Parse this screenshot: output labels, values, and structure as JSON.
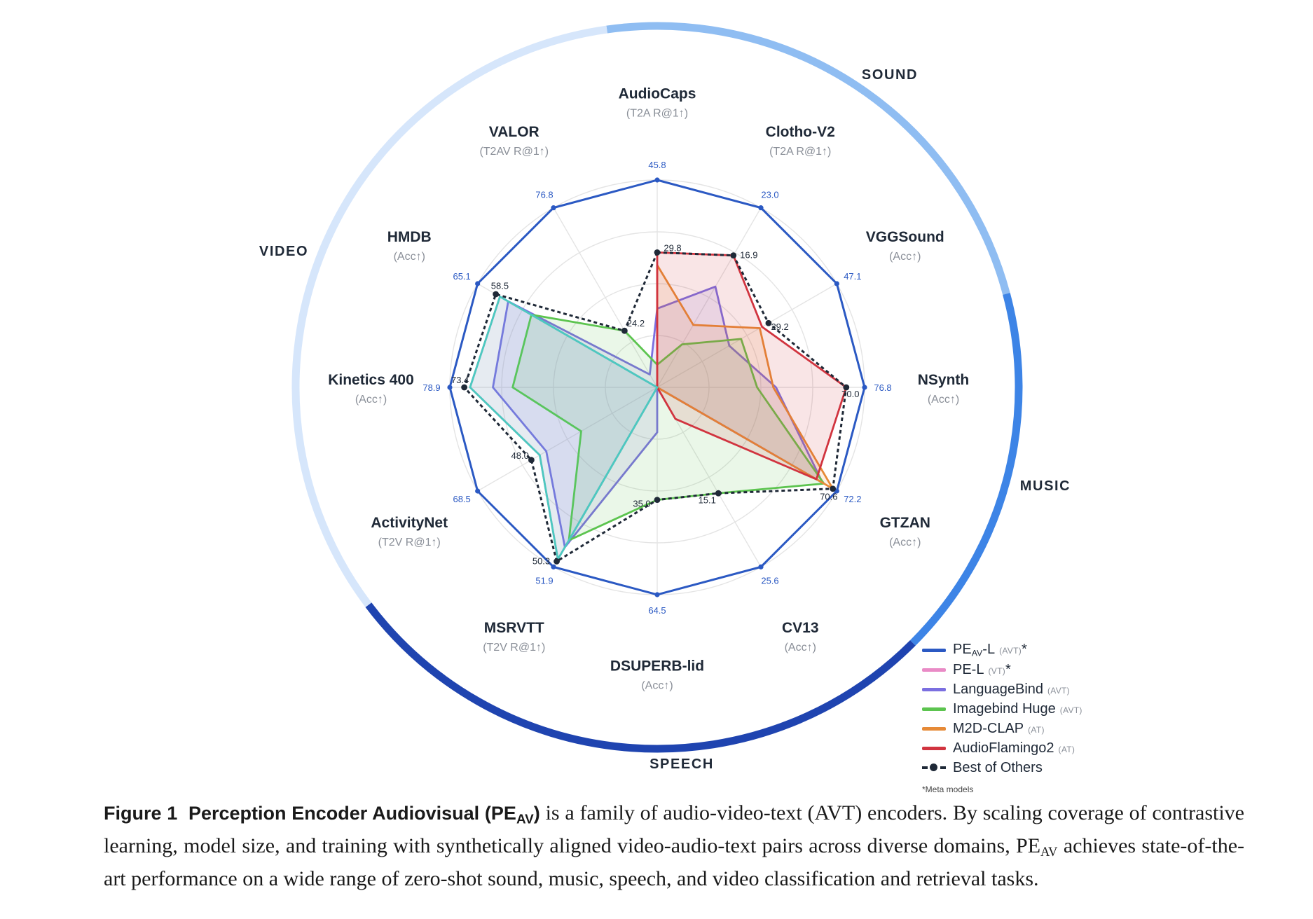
{
  "chart_data": {
    "type": "radar",
    "axes": [
      {
        "name": "AudioCaps",
        "metric": "(T2A R@1↑)",
        "max": 45.8,
        "max_label": "45.8",
        "best_label": "29.8"
      },
      {
        "name": "Clotho-V2",
        "metric": "(T2A R@1↑)",
        "max": 23.0,
        "max_label": "23.0",
        "best_label": "16.9"
      },
      {
        "name": "VGGSound",
        "metric": "(Acc↑)",
        "max": 47.1,
        "max_label": "47.1",
        "best_label": "29.2"
      },
      {
        "name": "NSynth",
        "metric": "(Acc↑)",
        "max": 76.8,
        "max_label": "76.8",
        "best_label": "70.0"
      },
      {
        "name": "GTZAN",
        "metric": "(Acc↑)",
        "max": 72.2,
        "max_label": "72.2",
        "best_label": "70.6"
      },
      {
        "name": "CV13",
        "metric": "(Acc↑)",
        "max": 25.6,
        "max_label": "25.6",
        "best_label": "15.1"
      },
      {
        "name": "DSUPERB-lid",
        "metric": "(Acc↑)",
        "max": 64.5,
        "max_label": "64.5",
        "best_label": "35.0"
      },
      {
        "name": "MSRVTT",
        "metric": "(T2V R@1↑)",
        "max": 51.9,
        "max_label": "51.9",
        "best_label": "50.3"
      },
      {
        "name": "ActivityNet",
        "metric": "(T2V R@1↑)",
        "max": 68.5,
        "max_label": "68.5",
        "best_label": "48.0"
      },
      {
        "name": "Kinetics 400",
        "metric": "(Acc↑)",
        "max": 78.9,
        "max_label": "78.9",
        "best_label": "73.4"
      },
      {
        "name": "HMDB",
        "metric": "(Acc↑)",
        "max": 65.1,
        "max_label": "65.1",
        "best_label": "58.5"
      },
      {
        "name": "VALOR",
        "metric": "(T2AV R@1↑)",
        "max": 76.8,
        "max_label": "76.8",
        "best_label": "24.2"
      }
    ],
    "series": [
      {
        "name": "PE",
        "name_sub": "AV",
        "name_suffix": "-L",
        "tag": "(AVT)",
        "star": "*",
        "color": "#2b59c3",
        "values": [
          45.8,
          23.0,
          47.1,
          76.8,
          72.2,
          25.6,
          64.5,
          51.9,
          68.5,
          78.9,
          65.1,
          76.8
        ]
      },
      {
        "name": "PE-L",
        "tag": "(VT)",
        "star": "*",
        "color": "#e98bc6",
        "values": [
          0,
          0,
          0,
          0,
          0,
          0,
          0,
          49.7,
          44.8,
          71.2,
          57.0,
          0
        ]
      },
      {
        "name": "LanguageBind",
        "tag": "(AVT)",
        "star": "",
        "color": "#7b6fe0",
        "values": [
          17.4,
          12.9,
          18.9,
          44.0,
          66.5,
          0,
          14.0,
          46.2,
          42.3,
          62.5,
          54.0,
          5.5
        ]
      },
      {
        "name": "Imagebind Huge",
        "tag": "(AVT)",
        "star": "",
        "color": "#5cc44f",
        "values": [
          5.0,
          5.5,
          22.0,
          37.0,
          67.0,
          15.1,
          35.0,
          44.2,
          29.0,
          55.0,
          45.6,
          24.2
        ]
      },
      {
        "name": "M2D-CLAP",
        "tag": "(AT)",
        "star": "",
        "color": "#e68a37",
        "values": [
          27.0,
          8.0,
          26.9,
          43.0,
          70.6,
          0,
          0,
          0,
          0,
          0,
          0,
          0
        ]
      },
      {
        "name": "AudioFlamingo2",
        "tag": "(AT)",
        "star": "",
        "color": "#d1343f",
        "values": [
          29.8,
          16.9,
          27.5,
          70.0,
          64.0,
          4.5,
          0,
          0,
          0,
          0,
          0,
          0
        ]
      },
      {
        "name": "Best of Others",
        "tag": "",
        "star": "",
        "color": "#1f2937",
        "values": [
          29.8,
          16.9,
          29.2,
          70.0,
          70.6,
          15.1,
          35.0,
          50.3,
          48.0,
          73.4,
          58.5,
          24.2
        ]
      }
    ],
    "groups": [
      {
        "name": "SOUND"
      },
      {
        "name": "MUSIC"
      },
      {
        "name": "SPEECH"
      },
      {
        "name": "VIDEO"
      }
    ],
    "grid": true,
    "legend_position": "bottom-right",
    "legend_footnote": "*Meta models"
  },
  "caption": {
    "label": "Figure 1",
    "title_prefix": "Perception Encoder Audiovisual (PE",
    "title_sub": "AV",
    "title_suffix": ")",
    "text_1": " is a family of audio-video-text (AVT) encoders. By scaling coverage of contrastive learning, model size, and training with synthetically aligned video-audio-text pairs across diverse domains, PE",
    "text_sub": "AV",
    "text_2": " achieves state-of-the-art performance on a wide range of zero-shot sound, music, speech, and video classification and retrieval tasks."
  },
  "colors": {
    "sound_arc": "#8fbdf2",
    "music_arc": "#3d84e6",
    "speech_arc": "#1f44b0",
    "video_arc": "#d6e6fb",
    "grid": "#e4e4e4",
    "max_label": "#2b59c3"
  }
}
